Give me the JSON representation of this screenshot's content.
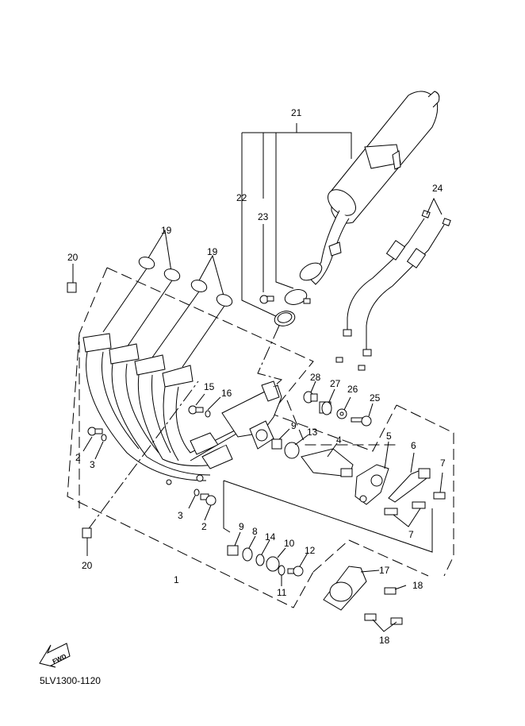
{
  "diagram": {
    "title_code": "5LV1300-1120",
    "fwd_label": "FWD",
    "parts": [
      {
        "ref": "1"
      },
      {
        "ref": "2"
      },
      {
        "ref": "3"
      },
      {
        "ref": "4"
      },
      {
        "ref": "5"
      },
      {
        "ref": "6"
      },
      {
        "ref": "7"
      },
      {
        "ref": "8"
      },
      {
        "ref": "9"
      },
      {
        "ref": "10"
      },
      {
        "ref": "11"
      },
      {
        "ref": "12"
      },
      {
        "ref": "13"
      },
      {
        "ref": "14"
      },
      {
        "ref": "15"
      },
      {
        "ref": "16"
      },
      {
        "ref": "17"
      },
      {
        "ref": "18"
      },
      {
        "ref": "19"
      },
      {
        "ref": "20"
      },
      {
        "ref": "21"
      },
      {
        "ref": "22"
      },
      {
        "ref": "23"
      },
      {
        "ref": "24"
      },
      {
        "ref": "25"
      },
      {
        "ref": "26"
      },
      {
        "ref": "27"
      },
      {
        "ref": "28"
      }
    ],
    "labels": {
      "l1": "1",
      "l2a": "2",
      "l2b": "2",
      "l3a": "3",
      "l3b": "3",
      "l4": "4",
      "l5": "5",
      "l6": "6",
      "l7a": "7",
      "l7b": "7",
      "l8": "8",
      "l9a": "9",
      "l9b": "9",
      "l10": "10",
      "l11": "11",
      "l12": "12",
      "l13": "13",
      "l14": "14",
      "l15": "15",
      "l16": "16",
      "l17": "17",
      "l18a": "18",
      "l18b": "18",
      "l19a": "19",
      "l19b": "19",
      "l20a": "20",
      "l20b": "20",
      "l21": "21",
      "l22": "22",
      "l23": "23",
      "l24": "24",
      "l25": "25",
      "l26": "26",
      "l27": "27",
      "l28": "28"
    }
  }
}
